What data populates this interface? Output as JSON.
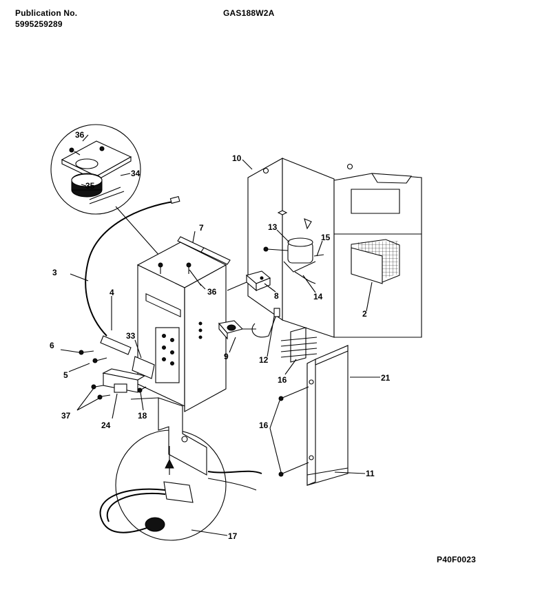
{
  "header": {
    "publication_label": "Publication No.",
    "publication_number": "5995259289",
    "model_number": "GAS188W2A"
  },
  "footer": {
    "diagram_code": "P40F0023"
  },
  "callouts": {
    "c2": "2",
    "c3": "3",
    "c4": "4",
    "c5": "5",
    "c6": "6",
    "c7": "7",
    "c8": "8",
    "c9": "9",
    "c10": "10",
    "c11": "11",
    "c12": "12",
    "c13": "13",
    "c14": "14",
    "c15": "15",
    "c16a": "16",
    "c16b": "16",
    "c17": "17",
    "c18": "18",
    "c21": "21",
    "c24": "24",
    "c33": "33",
    "c34": "34",
    "c35": "35",
    "c36a": "36",
    "c36b": "36",
    "c37": "37"
  }
}
